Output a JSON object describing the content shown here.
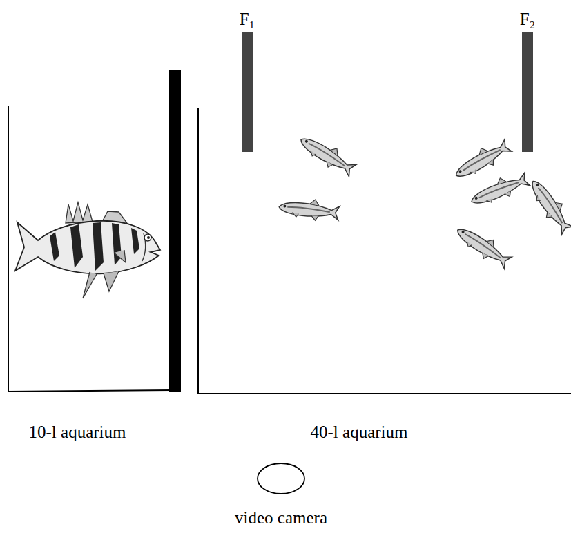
{
  "diagram": {
    "labels": [
      "F₁",
      "F₂",
      "10-l aquarium",
      "40-l aquarium",
      "video camera"
    ]
  }
}
